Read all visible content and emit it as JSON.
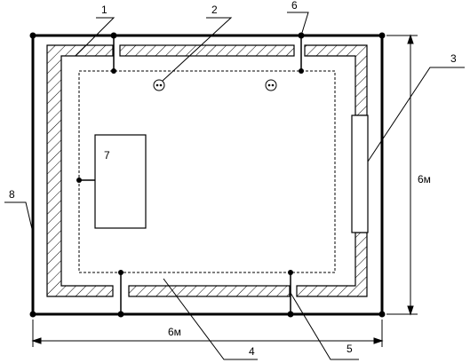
{
  "labels": {
    "l1": "1",
    "l2": "2",
    "l3": "3",
    "l4": "4",
    "l5": "5",
    "l6": "6",
    "l7": "7",
    "l8": "8"
  },
  "dimensions": {
    "width": "6м",
    "height": "6м"
  }
}
